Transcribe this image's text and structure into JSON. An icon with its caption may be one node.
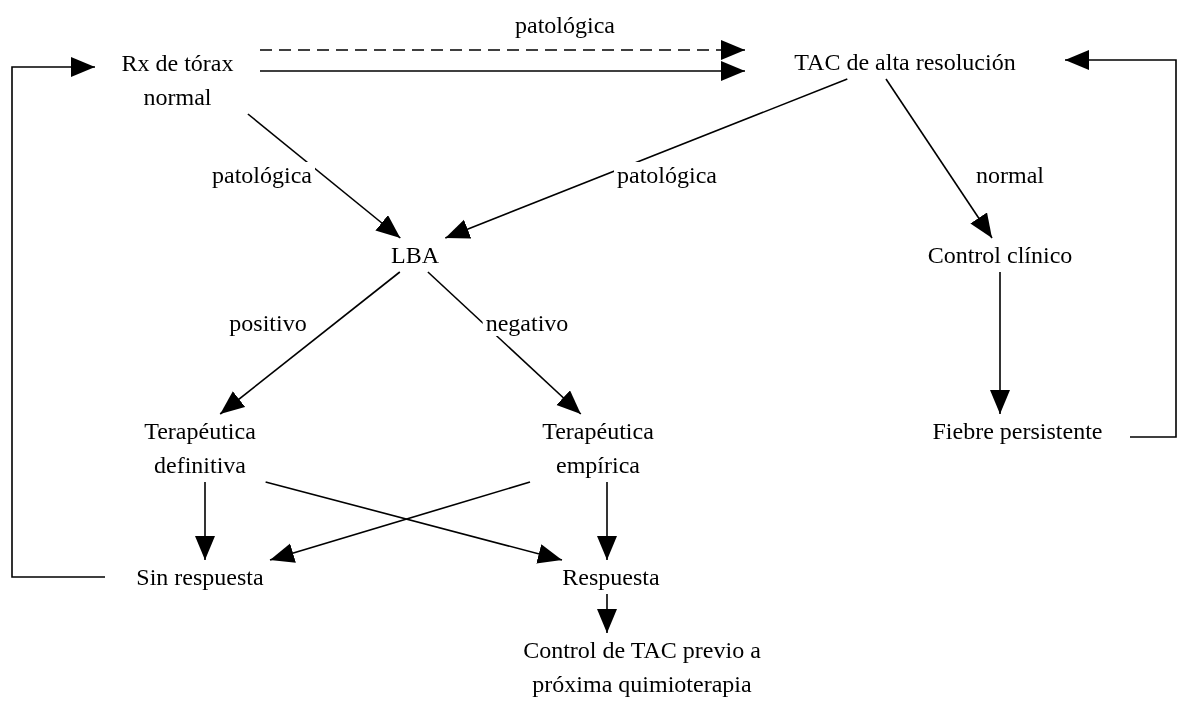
{
  "diagram": {
    "nodes": [
      {
        "text": [
          "Rx de tórax normal"
        ]
      },
      {
        "text": [
          "TAC de alta resolución"
        ]
      },
      {
        "text": [
          "LBA"
        ]
      },
      {
        "text": [
          "Control clínico"
        ]
      },
      {
        "text": [
          "Terapéutica definitiva"
        ]
      },
      {
        "text": [
          "Terapéutica empírica"
        ]
      },
      {
        "text": [
          "Fiebre persistente"
        ]
      },
      {
        "text": [
          "Sin respuesta"
        ]
      },
      {
        "text": [
          "Respuesta"
        ]
      },
      {
        "text": [
          "Control de TAC previo a próxima quimioterapia"
        ]
      }
    ],
    "edges": [
      {
        "from": 0,
        "to": 1,
        "arrow": "to",
        "label": "patológica",
        "style": "dashed"
      },
      {
        "from": 0,
        "to": 1,
        "arrow": "to"
      },
      {
        "from": 0,
        "to": 2,
        "arrow": "to",
        "label": "patológica"
      },
      {
        "from": 1,
        "to": 2,
        "arrow": "to",
        "label": "patológica"
      },
      {
        "from": 1,
        "to": 3,
        "arrow": "to",
        "label": "normal"
      },
      {
        "from": 2,
        "to": 4,
        "arrow": "to",
        "label": "positivo"
      },
      {
        "from": 2,
        "to": 5,
        "arrow": "to",
        "label": "negativo"
      },
      {
        "from": 3,
        "to": 6,
        "arrow": "to"
      },
      {
        "from": 4,
        "to": 7,
        "arrow": "to"
      },
      {
        "from": 4,
        "to": 8,
        "arrow": "to"
      },
      {
        "from": 5,
        "to": 7,
        "arrow": "to"
      },
      {
        "from": 5,
        "to": 8,
        "arrow": "to"
      },
      {
        "from": 7,
        "to": 0,
        "arrow": "to"
      },
      {
        "from": 6,
        "to": 1,
        "arrow": "to"
      },
      {
        "from": 8,
        "to": 9,
        "arrow": "to"
      }
    ]
  }
}
